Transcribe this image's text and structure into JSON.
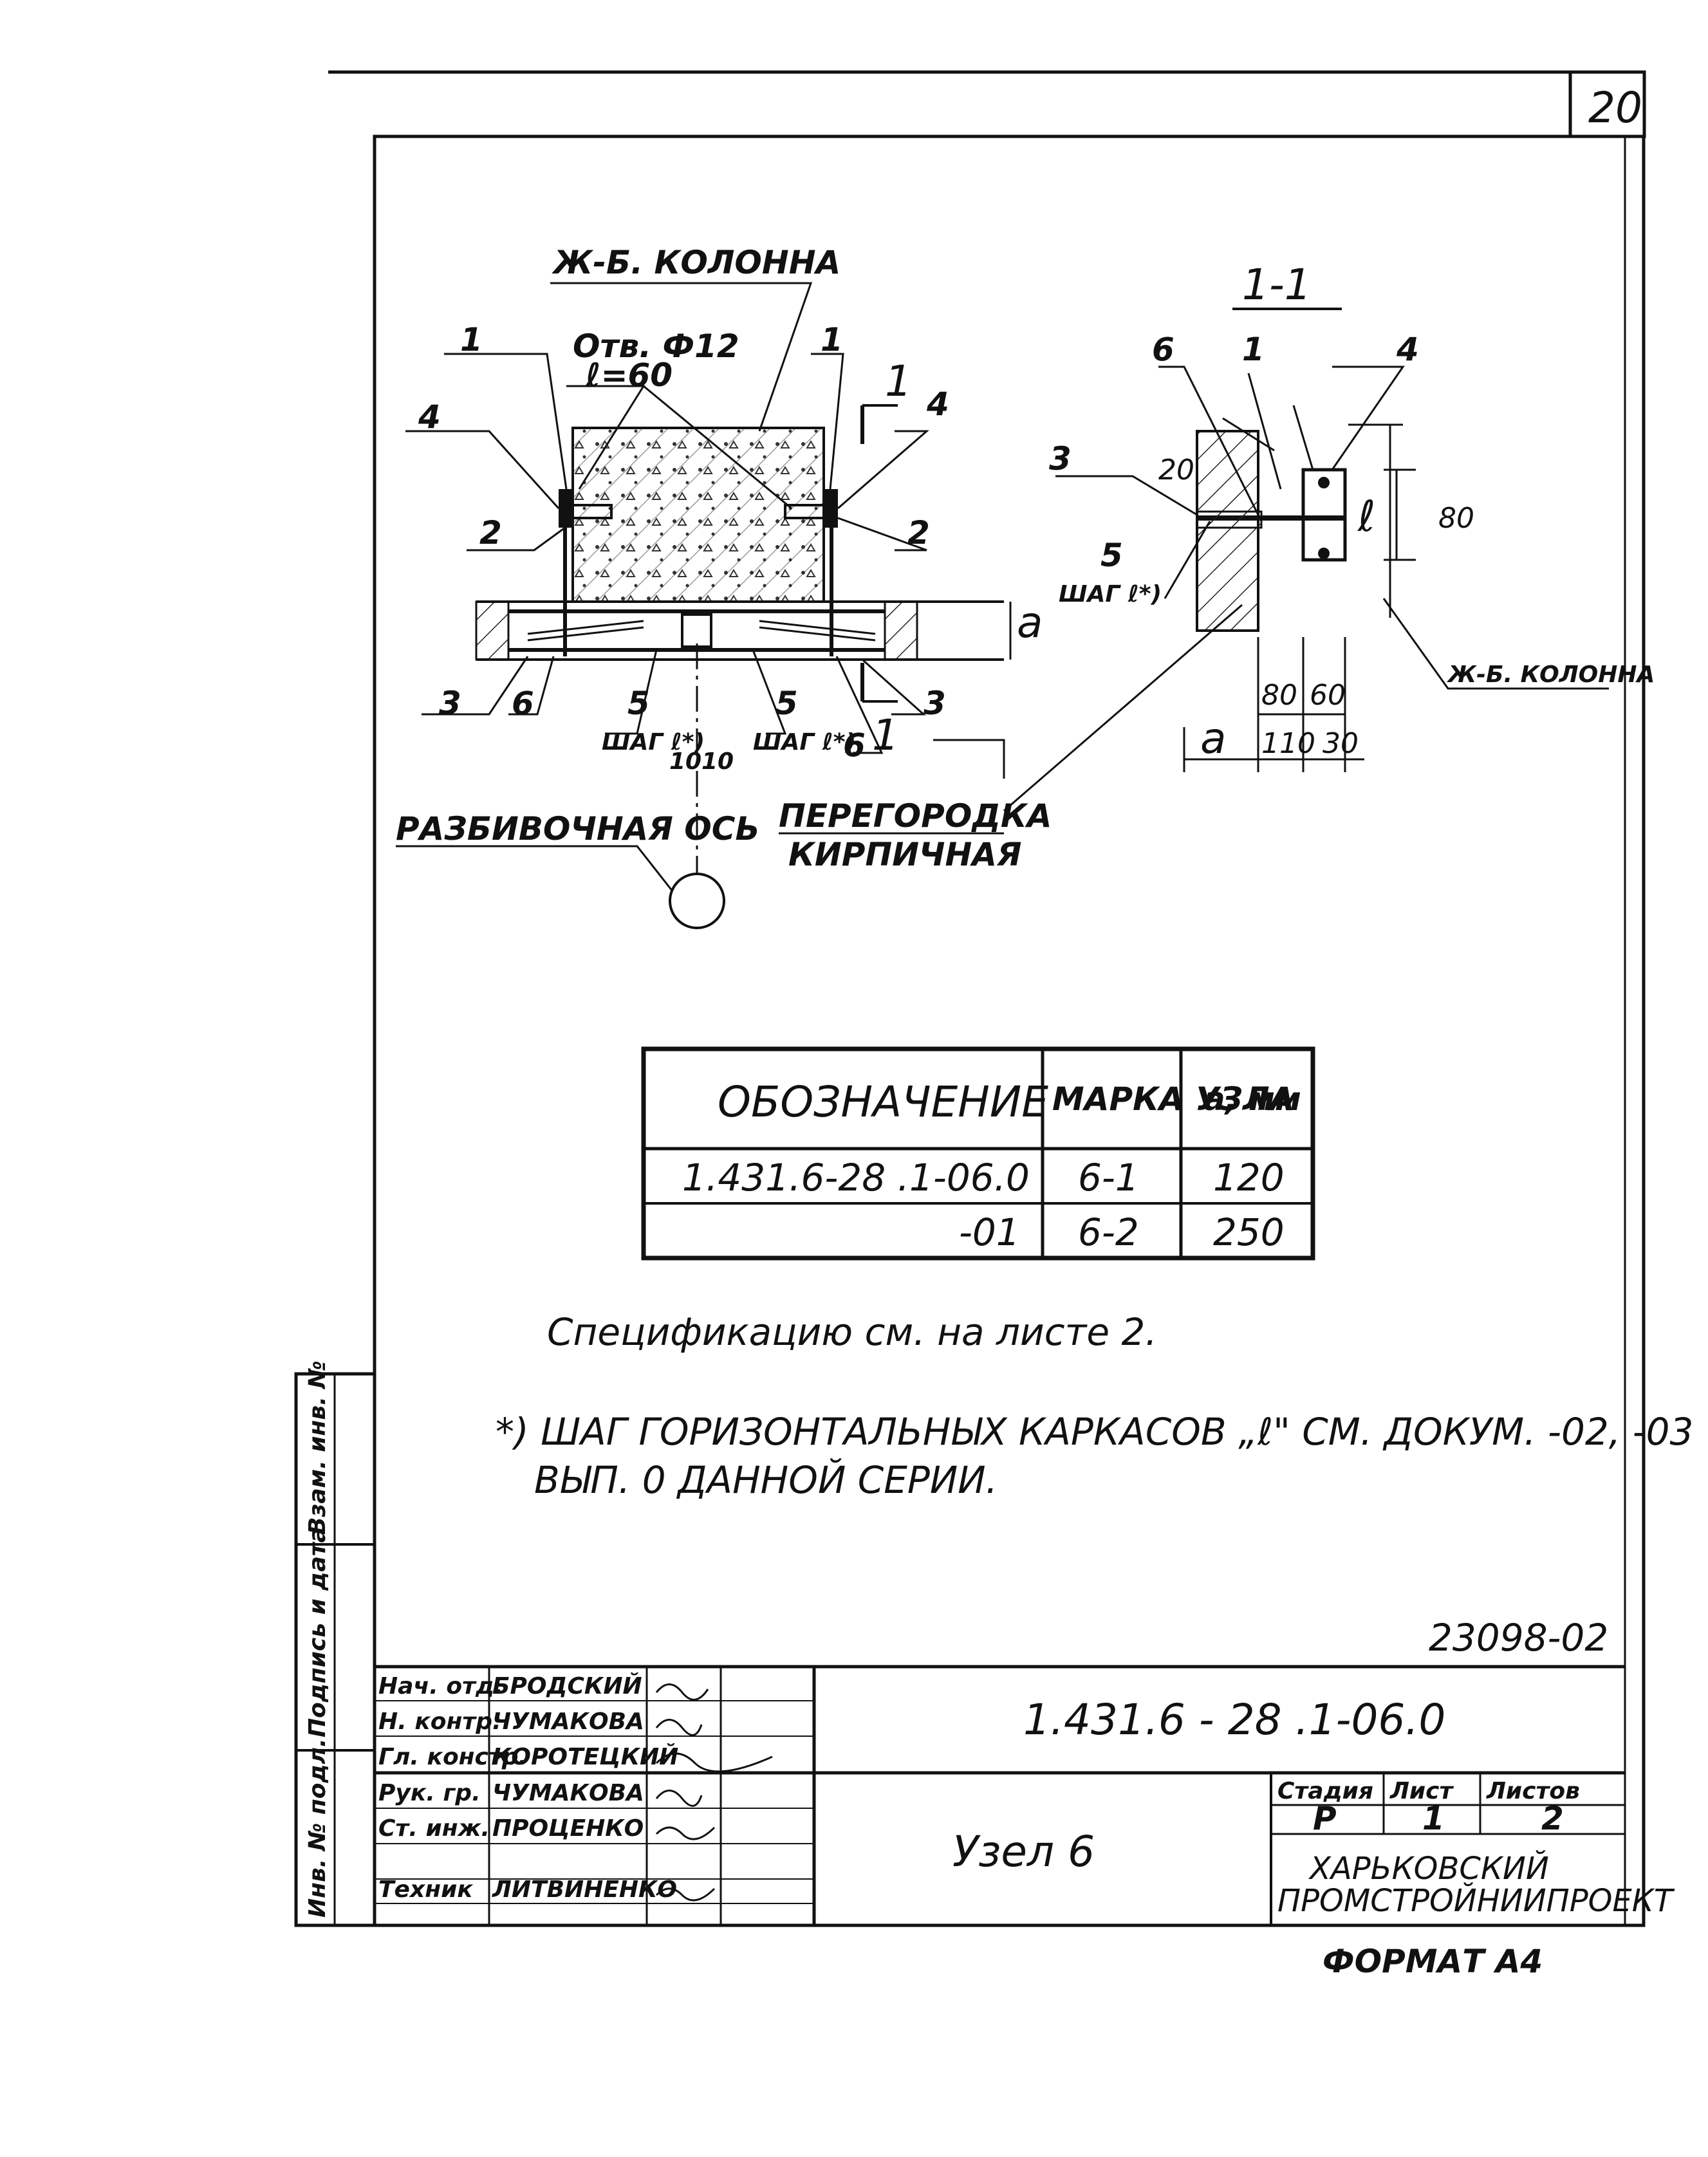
{
  "sheet": {
    "page_number": "20",
    "archive_number": "23098-02",
    "format_label": "ФОРМАТ А4"
  },
  "drawing": {
    "column_label": "Ж-Б. КОЛОННА",
    "hole_label": "Отв. Ф12",
    "hole_length": "ℓ=60",
    "section_mark": "1",
    "section_title": "1-1",
    "axis_label": "РАЗБИВОЧНАЯ ОСЬ",
    "partition_line1": "ПЕРЕГОРОДКА",
    "partition_line2": "КИРПИЧНАЯ",
    "pitch_label": "ШАГ ℓ*)",
    "dim_a": "a",
    "dim_10": "10",
    "dim_20": "20",
    "dim_80": "80",
    "dim_60": "60",
    "dim_110": "110",
    "dim_30": "30",
    "dim_l": "ℓ",
    "pos_1": "1",
    "pos_2": "2",
    "pos_3": "3",
    "pos_4": "4",
    "pos_5": "5",
    "pos_6": "6",
    "column_label_2": "Ж-Б. КОЛОННА"
  },
  "table": {
    "headers": [
      "ОБОЗНАЧЕНИЕ",
      "МАРКА УЗЛА",
      "a, мм"
    ],
    "rows": [
      [
        "1.431.6-28 .1-06.0",
        "6-1",
        "120"
      ],
      [
        "-01",
        "6-2",
        "250"
      ]
    ]
  },
  "notes": {
    "spec": "Спецификацию см. на листе 2.",
    "footnote_line1": "*) ШАГ ГОРИЗОНТАЛЬНЫХ КАРКАСОВ „ℓ\" СМ. ДОКУМ. -02, -03",
    "footnote_line2": "ВЫП. 0 ДАННОЙ СЕРИИ."
  },
  "stamp": {
    "left_column": [
      "Инв. № подл.",
      "Подпись и дата",
      "Взам. инв. №"
    ],
    "staff": [
      {
        "role": "Нач. отд.",
        "name": "БРОДСКИЙ"
      },
      {
        "role": "Н. контр.",
        "name": "ЧУМАКОВА"
      },
      {
        "role": "Гл. констр.",
        "name": "КОРОТЕЦКИЙ"
      },
      {
        "role": "Рук. гр.",
        "name": "ЧУМАКОВА"
      },
      {
        "role": "Ст. инж.",
        "name": "ПРОЦЕНКО"
      },
      {
        "role": "Техник",
        "name": "ЛИТВИНЕНКО"
      }
    ],
    "designation": "1.431.6 - 28 .1-06.0",
    "title": "Узел 6",
    "stage_label": "Стадия",
    "sheet_label": "Лист",
    "sheets_label": "Листов",
    "stage": "Р",
    "sheet": "1",
    "sheets": "2",
    "org_line1": "ХАРЬКОВСКИЙ",
    "org_line2": "ПРОМСТРОЙНИИПРОЕКТ"
  }
}
